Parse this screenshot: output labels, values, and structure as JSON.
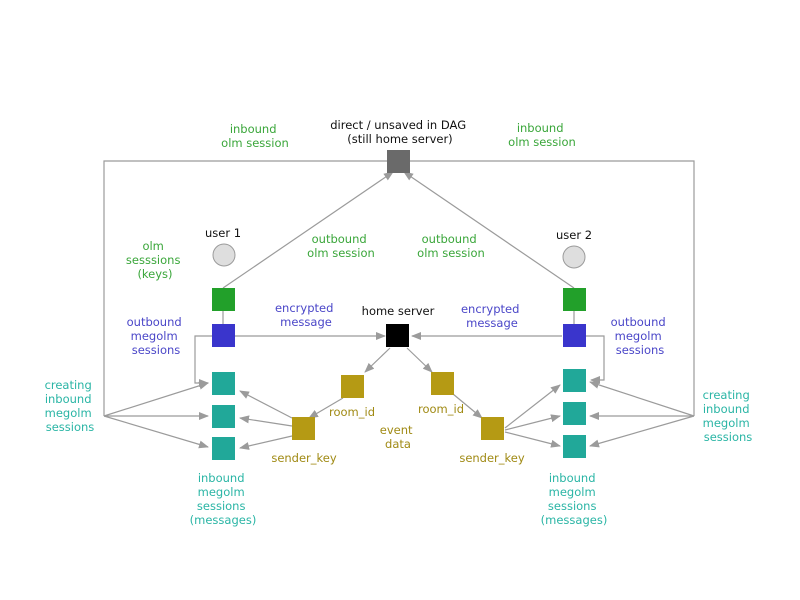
{
  "colors": {
    "olm_green": "#22a02a",
    "megolm_blue": "#3a35cc",
    "inbound_teal": "#21a899",
    "event_gold": "#b59a14",
    "direct_gray": "#6a6a6a",
    "home_server": "#000000",
    "user_circle": "#dedede",
    "line_gray": "#9b9b9b"
  },
  "labels": {
    "direct_node": [
      "direct / unsaved in DAG",
      "(still home server)"
    ],
    "inbound_olm_left": [
      "inbound",
      "olm session"
    ],
    "inbound_olm_right": [
      "inbound",
      "olm session"
    ],
    "user1": "user 1",
    "user2": "user 2",
    "olm_sessions_keys": [
      "olm",
      "sesssions",
      "(keys)"
    ],
    "outbound_olm_left": [
      "outbound",
      "olm session"
    ],
    "outbound_olm_right": [
      "outbound",
      "olm session"
    ],
    "outbound_megolm_left": [
      "outbound",
      "megolm",
      "sessions"
    ],
    "outbound_megolm_right": [
      "outbound",
      "megolm",
      "sessions"
    ],
    "encrypted_left": [
      "encrypted",
      "message"
    ],
    "encrypted_right": [
      "encrypted",
      "message"
    ],
    "home_server": "home server",
    "room_id_left": "room_id",
    "room_id_right": "room_id",
    "event_data": [
      "event",
      "data"
    ],
    "sender_key_left": "sender_key",
    "sender_key_right": "sender_key",
    "creating_left": [
      "creating",
      "inbound",
      "megolm",
      "sessions"
    ],
    "creating_right": [
      "creating",
      "inbound",
      "megolm",
      "sessions"
    ],
    "inbound_megolm_left": [
      "inbound",
      "megolm",
      "sessions",
      "(messages)"
    ],
    "inbound_megolm_right": [
      "inbound",
      "megolm",
      "sessions",
      "(messages)"
    ]
  }
}
